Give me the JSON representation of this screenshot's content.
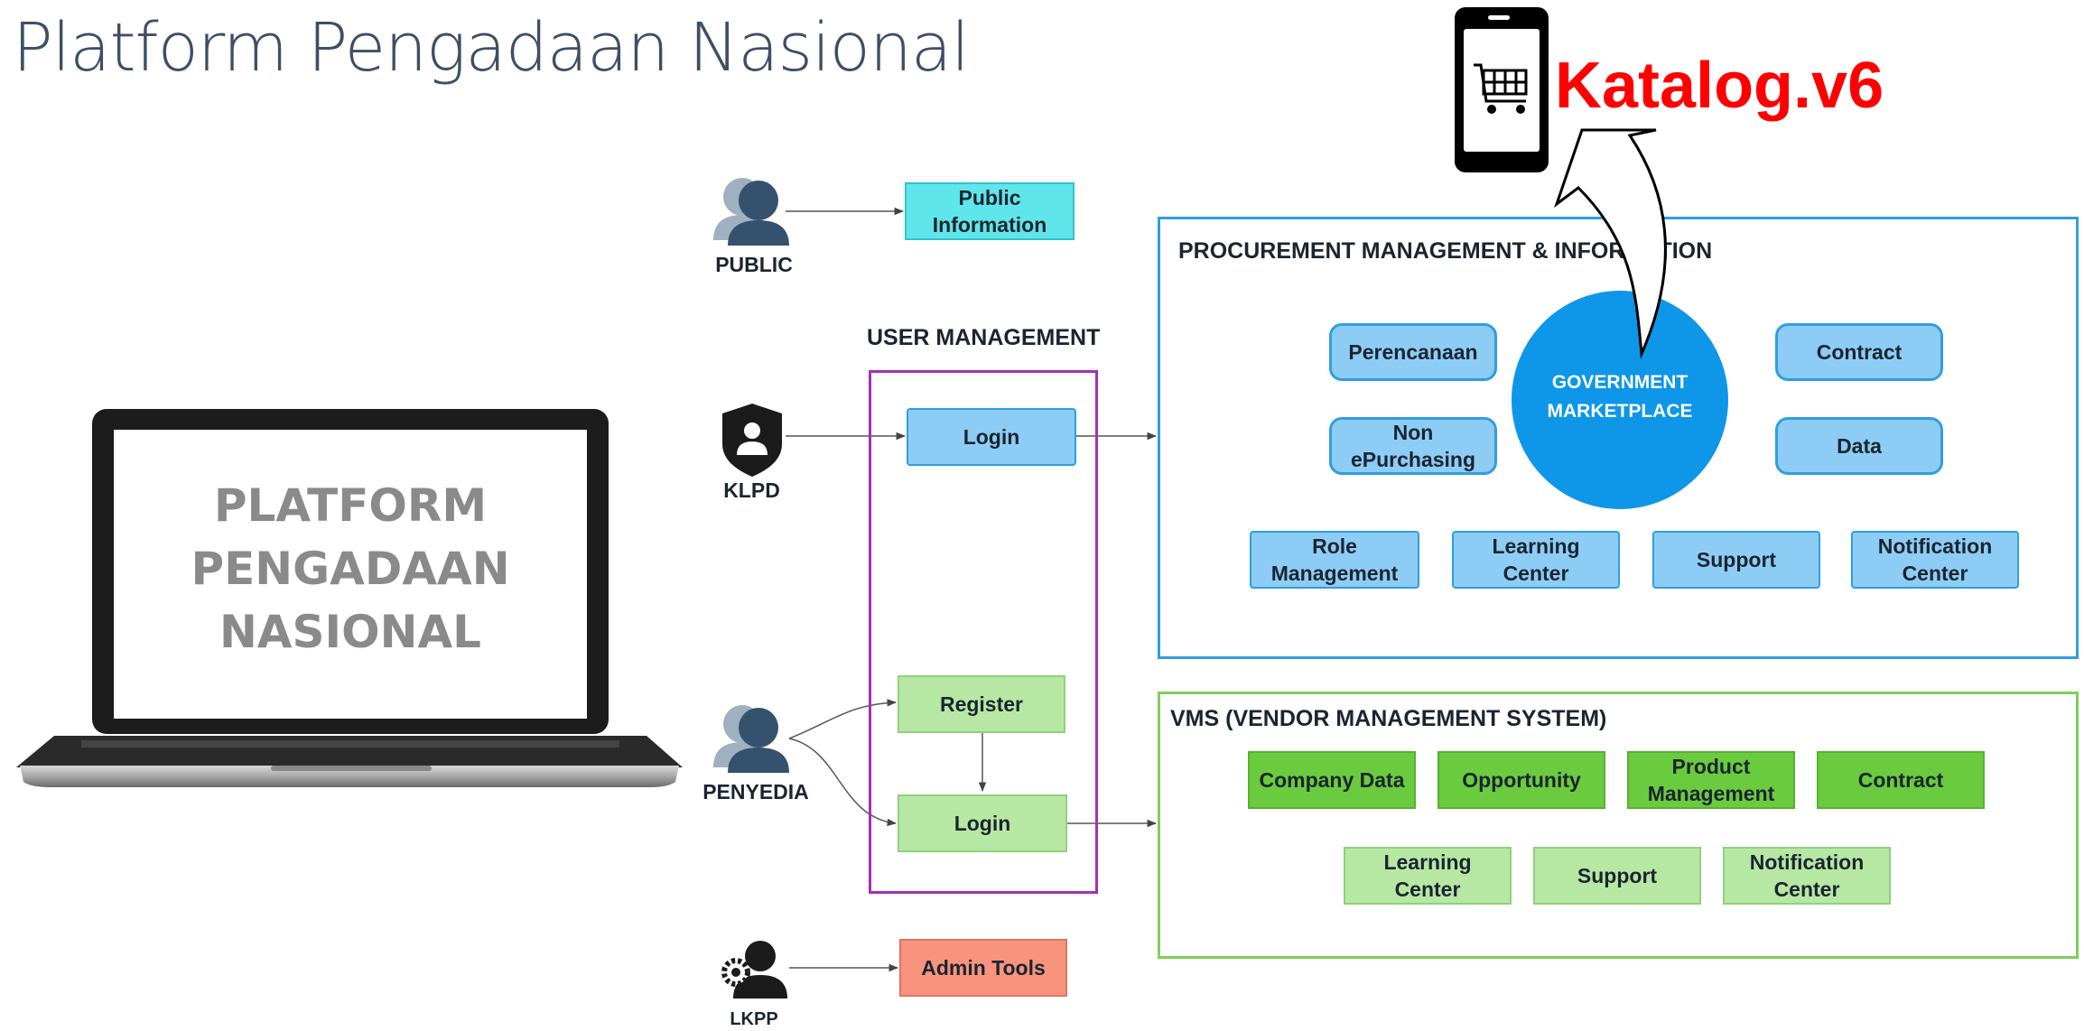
{
  "title": "Platform Pengadaan Nasional",
  "laptop_screen_text": "PLATFORM\nPENGADAAN\nNASIONAL",
  "katalog_label": "Katalog.v6",
  "actors": {
    "public": "PUBLIC",
    "klpd": "KLPD",
    "penyedia": "PENYEDIA",
    "lkpp": "LKPP"
  },
  "public_information": "Public\nInformation",
  "user_management": {
    "title": "USER MANAGEMENT",
    "klpd_login": "Login",
    "register": "Register",
    "penyedia_login": "Login"
  },
  "admin_tools": "Admin Tools",
  "procurement": {
    "title": "PROCUREMENT MANAGEMENT & INFORMATION",
    "center": "GOVERNMENT\nMARKETPLACE",
    "perencanaan": "Perencanaan",
    "non_epurchasing": "Non\nePurchasing",
    "contract": "Contract",
    "data": "Data",
    "role_management": "Role\nManagement",
    "learning_center": "Learning\nCenter",
    "support": "Support",
    "notification_center": "Notification\nCenter"
  },
  "vms": {
    "title": "VMS (VENDOR MANAGEMENT SYSTEM)",
    "company_data": "Company Data",
    "opportunity": "Opportunity",
    "product_management": "Product\nManagement",
    "contract": "Contract",
    "learning_center": "Learning\nCenter",
    "support": "Support",
    "notification_center": "Notification\nCenter"
  },
  "colors": {
    "procurement_border": "#2f9ee0",
    "vms_border": "#7fcf5a",
    "user_mgmt_border": "#a52fb8",
    "katalog": "#ff0000",
    "marketplace": "#0e96e8"
  }
}
